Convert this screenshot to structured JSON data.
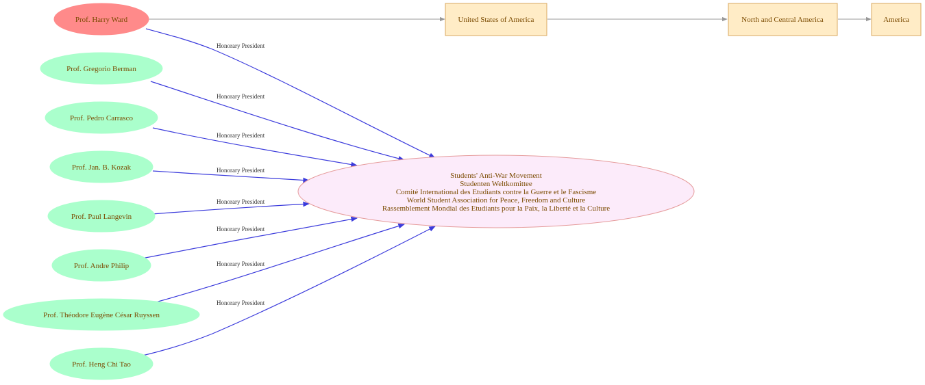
{
  "colors": {
    "edge_blue": "#3b3bdc",
    "edge_gray": "#999999",
    "person_fill": "#aaffcc",
    "highlight_fill": "#ff8a8a",
    "org_fill": "#fcebfa",
    "org_stroke": "#e59a9a",
    "place_fill": "#ffecc6",
    "place_stroke": "#d8a860",
    "text": "#7a4a00"
  },
  "nodes": {
    "harry_ward": "Prof. Harry Ward",
    "gregorio_berman": "Prof. Gregorio Berman",
    "pedro_carrasco": "Prof. Pedro Carrasco",
    "jan_kozak": "Prof. Jan. B. Kozak",
    "paul_langevin": "Prof. Paul Langevin",
    "andre_philip": "Prof. Andre Philip",
    "theodore_ruyssen": "Prof. Théodore Eugène César Ruyssen",
    "heng_chi_tao": "Prof. Heng Chi Tao"
  },
  "organization": {
    "lines": [
      "Students' Anti-War Movement",
      "Studenten Weltkomittee",
      "Comité International des Etudiants contre la Guerre et le Fascisme",
      "World Student Association for Peace, Freedom and Culture",
      "Rassemblement Mondial des Etudiants pour la Paix, la Liberté et la Culture"
    ]
  },
  "places": {
    "usa": "United States of America",
    "north_central_america": "North and Central America",
    "america": "America"
  },
  "edge_labels": {
    "harry_ward": "Honorary President",
    "gregorio_berman": "Honorary President",
    "pedro_carrasco": "Honorary President",
    "jan_kozak": "Honorary President",
    "paul_langevin": "Honorary President",
    "andre_philip": "Honorary President",
    "theodore_ruyssen": "Honorary President",
    "heng_chi_tao": "Honorary President"
  }
}
